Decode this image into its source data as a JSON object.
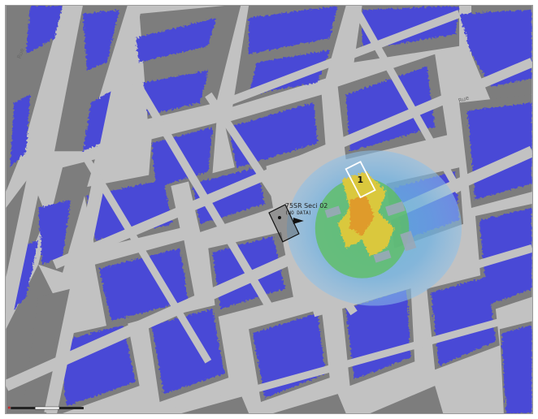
{
  "map": {
    "colors": {
      "street": "#c2c2c2",
      "building": "#7d7d7d",
      "building_edge": "#6a6a6a",
      "blue_footprint": "#4a4ad6",
      "coverage_lightblue": "#7fb2e0",
      "coverage_cyan": "#5fb8d8",
      "coverage_green": "#5cbf5c",
      "coverage_yellow": "#e0c83a",
      "coverage_orange": "#e0962a",
      "site_outline": "#111111",
      "marker_outline": "#ffffff"
    },
    "site_label": "75SR Seci 02",
    "site_sublabel": "(NO DATA)",
    "marker_number": "1",
    "street_labels": [
      "Rue",
      "Rue"
    ],
    "scale_bar": {
      "present": true
    }
  }
}
